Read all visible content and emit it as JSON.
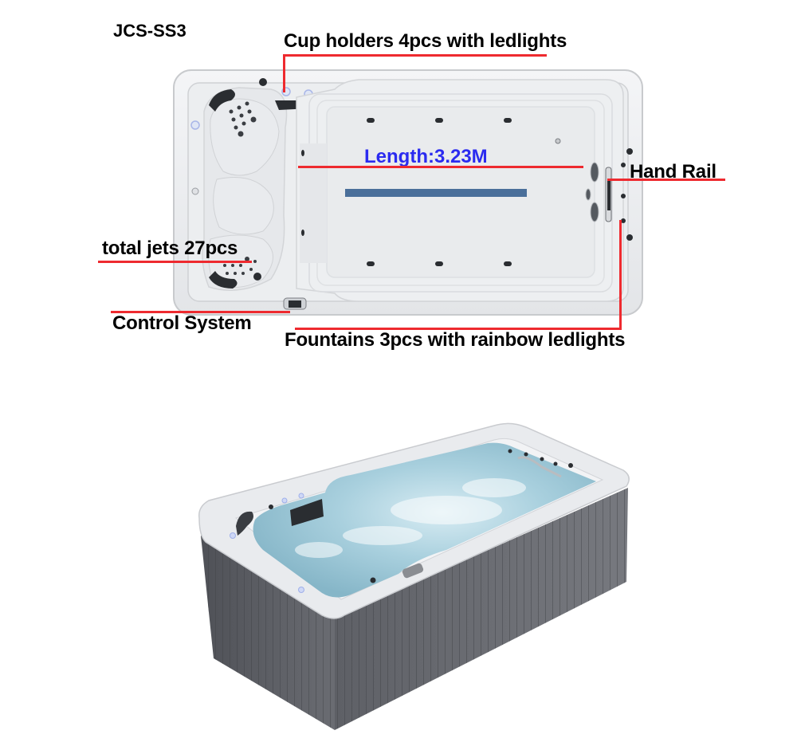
{
  "model": "JCS-SS3",
  "top_view": {
    "annotations": {
      "cup_holders": "Cup holders 4pcs with ledlights",
      "length": "Length:3.23M",
      "hand_rail": "Hand Rail",
      "total_jets": "total jets 27pcs",
      "control_system": "Control System",
      "fountains": "Fountains 3pcs with rainbow ledlights"
    }
  },
  "colors": {
    "annotation_line": "#ee2a2f",
    "length_text": "#2b2bf0",
    "shell": "#eef0f2",
    "cabinet": "#5a5c63",
    "water": "#9fc8d8",
    "light_bar": "#4a6f9a"
  },
  "perspective_view": {
    "description": "Swim spa with grey cabinet and filled water"
  }
}
